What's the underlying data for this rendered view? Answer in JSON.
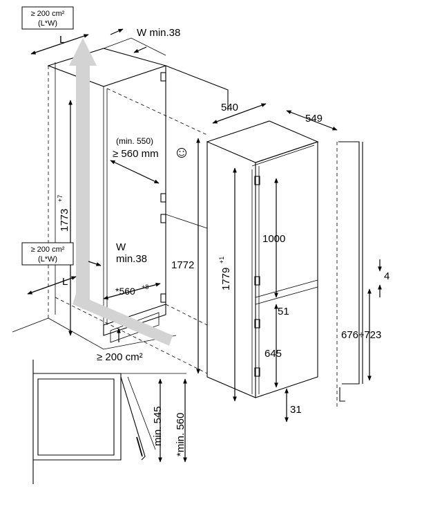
{
  "labels": {
    "vent_top_line1": "≥ 200 cm²",
    "vent_top_line2": "(L*W)",
    "L_top": "L",
    "W_top": "W min.38",
    "depth_540": "540",
    "depth_549": "549",
    "min550": "(min. 550)",
    "min560": "≥ 560 mm",
    "height_1773": "1773",
    "height_1773_sup": "+7",
    "vent_bot_line1": "≥ 200 cm²",
    "vent_bot_line2": "(L*W)",
    "W_mid": "W",
    "min38_mid": "min.38",
    "L_bot": "L",
    "width_560": "*560",
    "width_560_sup": "+8",
    "height_1772": "1772",
    "height_1779": "1779",
    "height_1779_sup": "+1",
    "dim_1000": "1000",
    "dim_51": "51",
    "dim_645": "645",
    "dim_31": "31",
    "dim_4": "4",
    "dim_676_723": "676÷723",
    "vent_floor": "≥ 200 cm²",
    "min545": "min. 545",
    "min560_side": "*min. 560"
  },
  "colors": {
    "line": "#000000",
    "arrow_fill": "#d3d3d3",
    "background": "#ffffff"
  },
  "icons": [
    "smiley-icon",
    "airflow-arrow-icon"
  ]
}
